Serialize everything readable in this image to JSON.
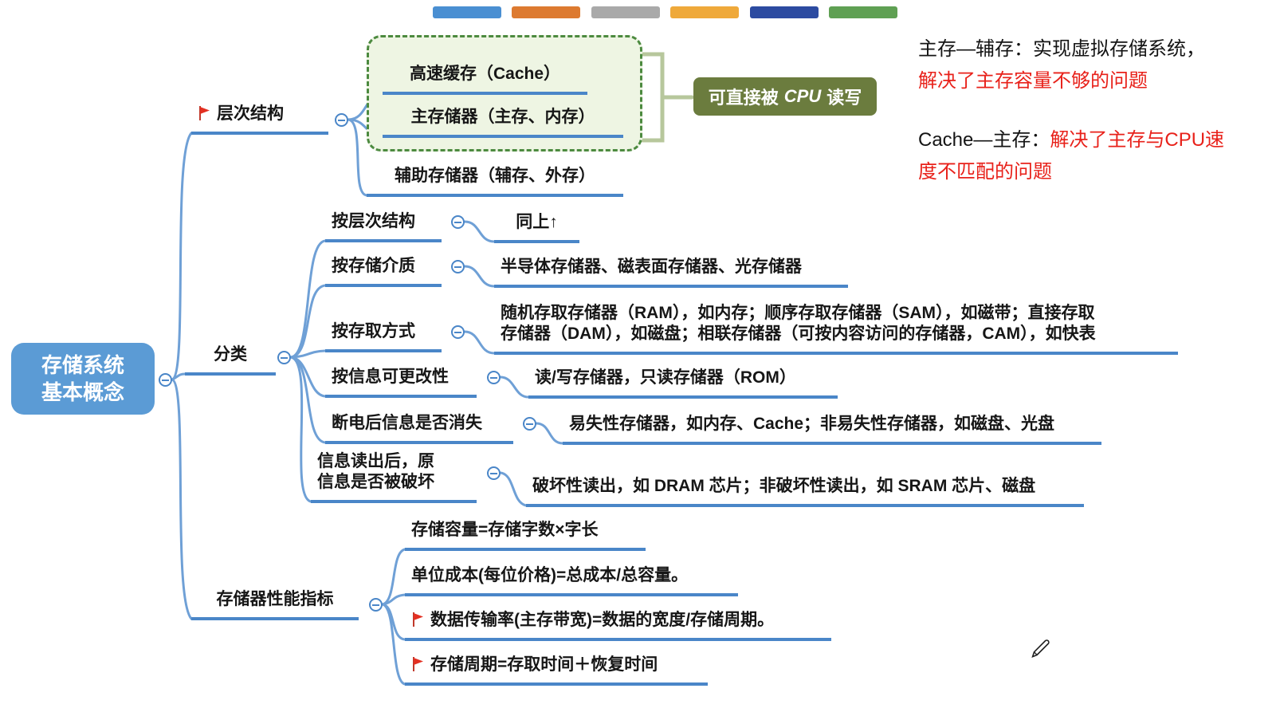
{
  "colors": {
    "palette": [
      "#4a8fd2",
      "#dd7a30",
      "#a9a9a9",
      "#efa93a",
      "#2c4ba1",
      "#5fa053"
    ],
    "root_fill": "#5b9bd5",
    "callout_fill": "#6b7c3e",
    "line_blue": "#4a86c8",
    "note_red": "#e8211a",
    "boundary_green": "#4c8a3f"
  },
  "root": {
    "line1": "存储系统",
    "line2": "基本概念"
  },
  "hierarchy": {
    "label": "层次结构",
    "cache": "高速缓存（Cache）",
    "main_memory": "主存储器（主存、内存）",
    "auxiliary": "辅助存储器（辅存、外存）",
    "callout": {
      "pre": "可直接被",
      "cpu": "CPU",
      "post": "读写"
    }
  },
  "notes": {
    "n1_black": "主存—辅存：实现虚拟存储系统，",
    "n1_red": "解决了主存容量不够的问题",
    "n2_black": "Cache—主存：",
    "n2_red1": "解决了主存与CPU速",
    "n2_red2": "度不匹配的问题"
  },
  "classification": {
    "label": "分类",
    "items": [
      {
        "topic": "按层次结构",
        "detail": "同上↑"
      },
      {
        "topic": "按存储介质",
        "detail": "半导体存储器、磁表面存储器、光存储器"
      },
      {
        "topic": "按存取方式",
        "detail_line1": "随机存取存储器（RAM），如内存；顺序存取存储器（SAM），如磁带；直接存取",
        "detail_line2": "存储器（DAM），如磁盘；相联存储器（可按内容访问的存储器，CAM），如快表"
      },
      {
        "topic": "按信息可更改性",
        "detail": "读/写存储器，只读存储器（ROM）"
      },
      {
        "topic": "断电后信息是否消失",
        "detail": "易失性存储器，如内存、Cache；非易失性存储器，如磁盘、光盘"
      },
      {
        "topic_line1": "信息读出后，原",
        "topic_line2": "信息是否被破坏",
        "detail": "破坏性读出，如 DRAM 芯片；非破坏性读出，如 SRAM 芯片、磁盘"
      }
    ]
  },
  "performance": {
    "label": "存储器性能指标",
    "items": [
      {
        "text": "存储容量=存储字数×字长"
      },
      {
        "text": "单位成本(每位价格)=总成本/总容量。"
      },
      {
        "text": "数据传输率(主存带宽)=数据的宽度/存储周期。"
      },
      {
        "text": "存储周期=存取时间＋恢复时间"
      }
    ]
  }
}
